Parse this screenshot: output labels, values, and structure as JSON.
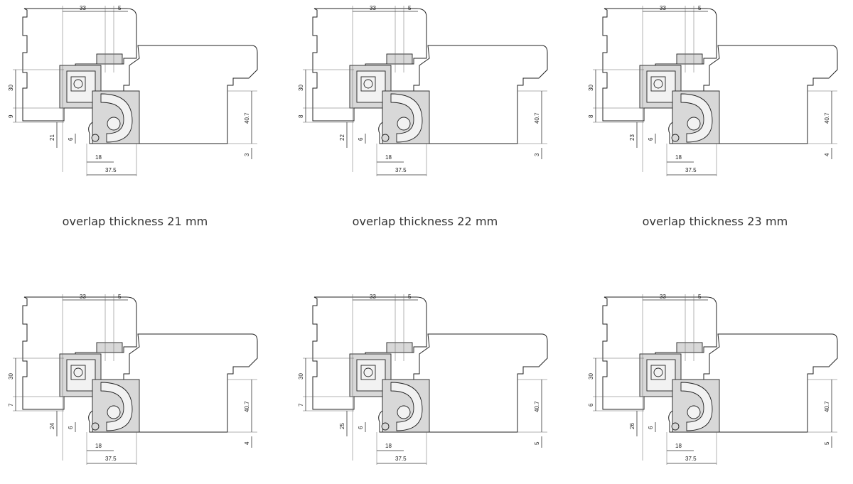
{
  "panels": [
    {
      "caption": "overlap thickness 21 mm",
      "dims": {
        "top_a": "33",
        "top_b": "5",
        "left_30": "30",
        "left_gap": "9",
        "overlap": "21",
        "six": "6",
        "bottom_18": "18",
        "bottom_375": "37.5",
        "right_407": "40.7",
        "right_gap": "3"
      }
    },
    {
      "caption": "overlap thickness 22 mm",
      "dims": {
        "top_a": "33",
        "top_b": "5",
        "left_30": "30",
        "left_gap": "8",
        "overlap": "22",
        "six": "6",
        "bottom_18": "18",
        "bottom_375": "37.5",
        "right_407": "40.7",
        "right_gap": "3"
      }
    },
    {
      "caption": "overlap thickness 23 mm",
      "dims": {
        "top_a": "33",
        "top_b": "5",
        "left_30": "30",
        "left_gap": "8",
        "overlap": "23",
        "six": "6",
        "bottom_18": "18",
        "bottom_375": "37.5",
        "right_407": "40.7",
        "right_gap": "4"
      }
    },
    {
      "caption": "",
      "dims": {
        "top_a": "33",
        "top_b": "5",
        "left_30": "30",
        "left_gap": "7",
        "overlap": "24",
        "six": "6",
        "bottom_18": "18",
        "bottom_375": "37.5",
        "right_407": "40.7",
        "right_gap": "4"
      }
    },
    {
      "caption": "",
      "dims": {
        "top_a": "33",
        "top_b": "5",
        "left_30": "30",
        "left_gap": "7",
        "overlap": "25",
        "six": "6",
        "bottom_18": "18",
        "bottom_375": "37.5",
        "right_407": "40.7",
        "right_gap": "5"
      }
    },
    {
      "caption": "",
      "dims": {
        "top_a": "33",
        "top_b": "5",
        "left_30": "30",
        "left_gap": "6",
        "overlap": "26",
        "six": "6",
        "bottom_18": "18",
        "bottom_375": "37.5",
        "right_407": "40.7",
        "right_gap": "5"
      }
    }
  ]
}
